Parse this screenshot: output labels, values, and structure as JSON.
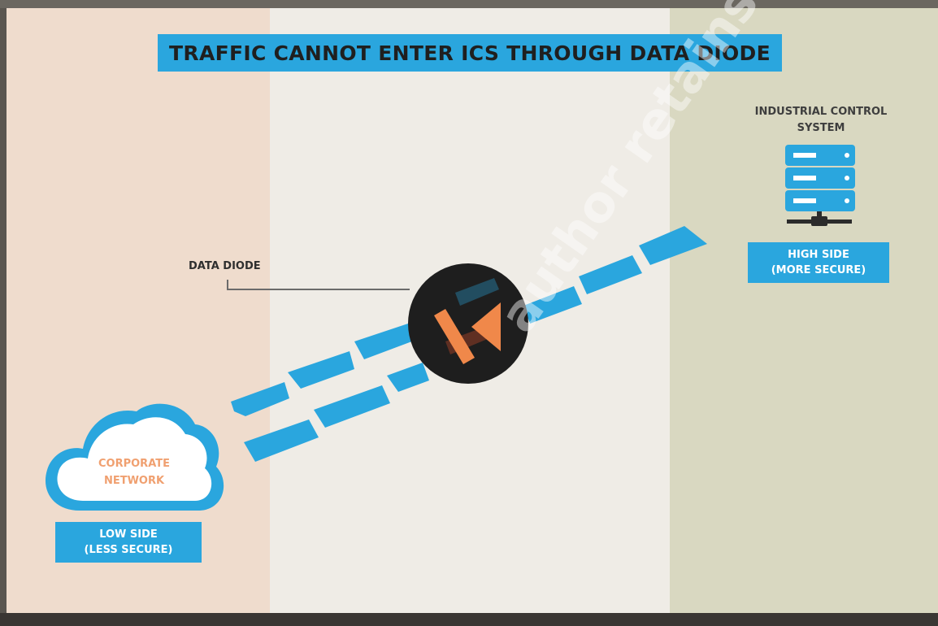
{
  "diagram": {
    "title": "TRAFFIC CANNOT ENTER ICS THROUGH DATA DIODE",
    "ics_label_line1": "INDUSTRIAL CONTROL",
    "ics_label_line2": "SYSTEM",
    "high_side_line1": "HIGH SIDE",
    "high_side_line2": "(MORE SECURE)",
    "data_diode_label": "DATA DIODE",
    "corporate_line1": "CORPORATE",
    "corporate_line2": "NETWORK",
    "low_side_line1": "LOW SIDE",
    "low_side_line2": "(LESS SECURE)",
    "watermark": "author retains full rights"
  },
  "icons": {
    "server": "server-stack-icon",
    "cloud": "cloud-icon",
    "diode": "data-diode-icon"
  },
  "colors": {
    "accent_blue": "#2aa6de",
    "low_zone": "#efdccd",
    "mid_zone": "#efece6",
    "high_zone": "#d9d8c1",
    "diode_orange": "#f0884a",
    "diode_dark": "#1e1e1e"
  }
}
